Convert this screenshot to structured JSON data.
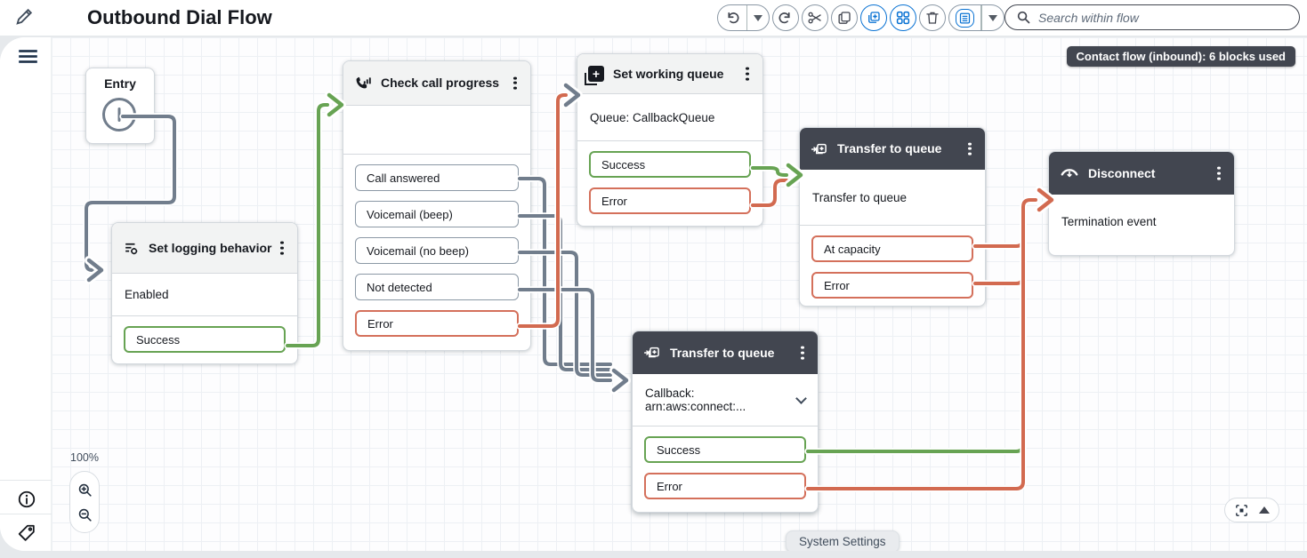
{
  "header": {
    "title": "Outbound Dial Flow",
    "search_placeholder": "Search within flow"
  },
  "badge": "Contact flow (inbound): 6 blocks used",
  "zoom_level": "100%",
  "blocks": {
    "entry": {
      "title": "Entry"
    },
    "set_logging": {
      "title": "Set logging behavior",
      "body": "Enabled",
      "outputs": [
        {
          "label": "Success",
          "type": "success"
        }
      ]
    },
    "check_call_progress": {
      "title": "Check call progress",
      "outputs": [
        {
          "label": "Call answered",
          "type": "normal"
        },
        {
          "label": "Voicemail (beep)",
          "type": "normal"
        },
        {
          "label": "Voicemail (no beep)",
          "type": "normal"
        },
        {
          "label": "Not detected",
          "type": "normal"
        },
        {
          "label": "Error",
          "type": "error"
        }
      ]
    },
    "set_working_queue": {
      "title": "Set working queue",
      "body": "Queue: CallbackQueue",
      "outputs": [
        {
          "label": "Success",
          "type": "success"
        },
        {
          "label": "Error",
          "type": "error"
        }
      ]
    },
    "transfer_to_queue_1": {
      "title": "Transfer to queue",
      "body": "Transfer to queue",
      "outputs": [
        {
          "label": "At capacity",
          "type": "error"
        },
        {
          "label": "Error",
          "type": "error"
        }
      ]
    },
    "disconnect": {
      "title": "Disconnect",
      "body": "Termination event"
    },
    "transfer_to_queue_2": {
      "title": "Transfer to queue",
      "body": "Callback: arn:aws:connect:...",
      "outputs": [
        {
          "label": "Success",
          "type": "success"
        },
        {
          "label": "Error",
          "type": "error"
        }
      ]
    },
    "system_settings": {
      "title": "System Settings"
    }
  },
  "colors": {
    "accent": "#0972d3",
    "success": "#67a353",
    "error": "#d26a50",
    "connector": "#717d8c",
    "dark_header": "#424650"
  }
}
